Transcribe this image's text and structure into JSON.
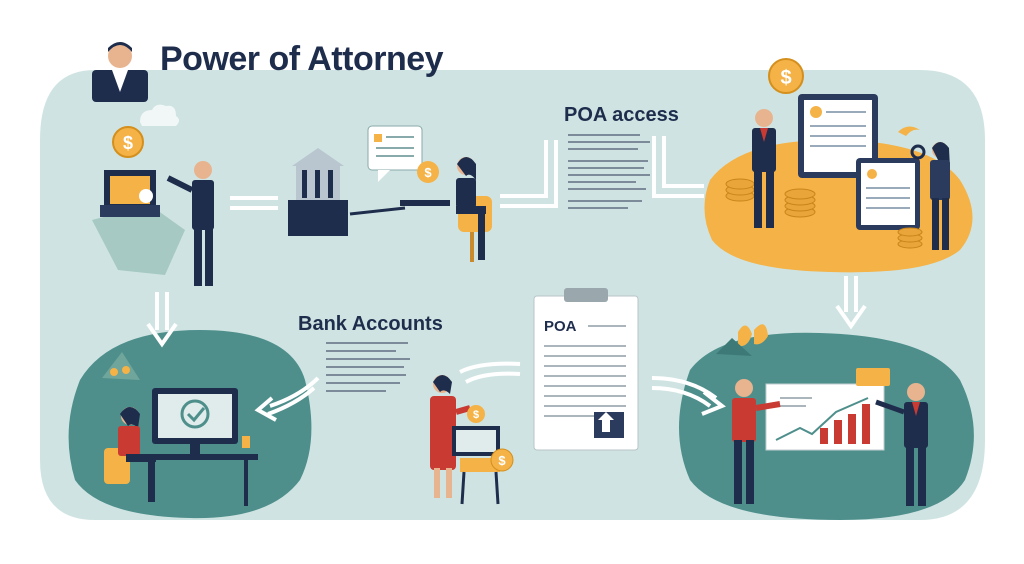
{
  "title": "Power of Attorney",
  "labels": {
    "poa_access": "POA access",
    "bank_accounts": "Bank Accounts",
    "document": "POA"
  },
  "colors": {
    "panel": "#cfe4e2",
    "teal": "#4e8f8c",
    "orange": "#f4b247",
    "navy": "#1f2d4d",
    "red": "#c83a32"
  },
  "icons": [
    "businessman-avatar-icon",
    "bank-building-icon",
    "dollar-coin-icon",
    "document-icon",
    "checkmark-monitor-icon",
    "growth-chart-icon",
    "clipboard-icon",
    "arrow-icon"
  ]
}
